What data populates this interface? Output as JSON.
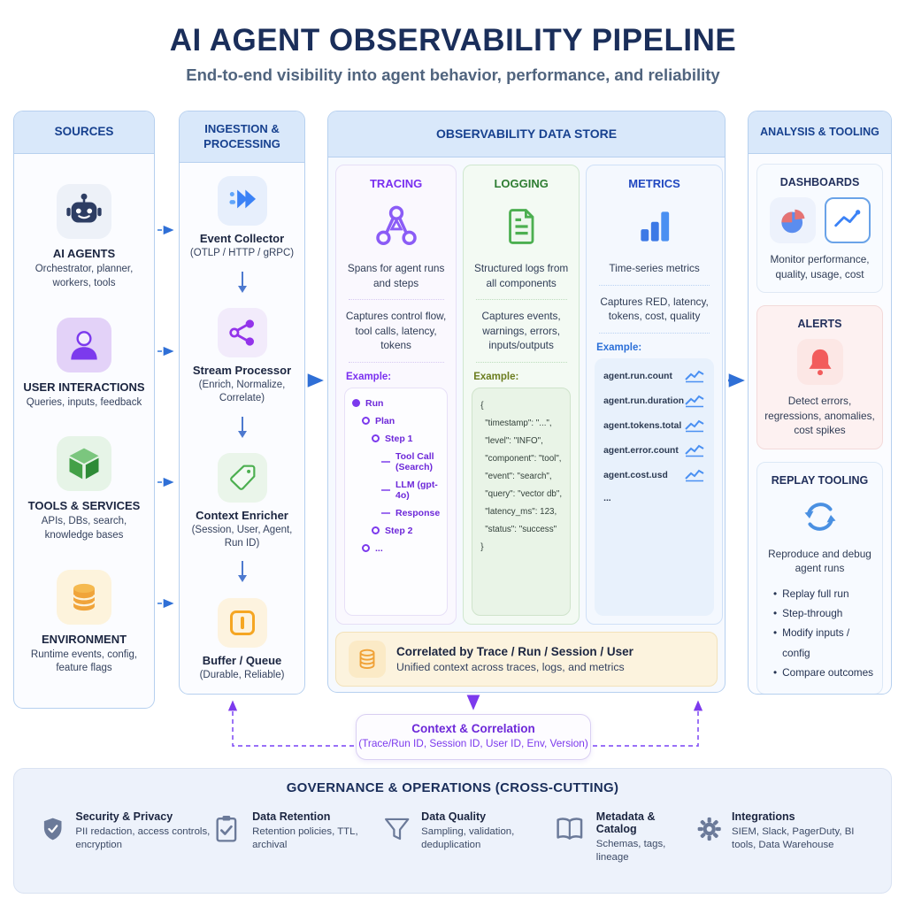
{
  "header": {
    "title": "AI AGENT OBSERVABILITY PIPELINE",
    "subtitle": "End-to-end visibility into agent behavior, performance, and reliability"
  },
  "sources": {
    "header": "SOURCES",
    "items": [
      {
        "icon": "robot-icon",
        "title": "AI AGENTS",
        "desc": "Orchestrator, planner, workers, tools"
      },
      {
        "icon": "user-icon",
        "title": "USER INTERACTIONS",
        "desc": "Queries, inputs, feedback"
      },
      {
        "icon": "cube-icon",
        "title": "TOOLS & SERVICES",
        "desc": "APIs, DBs, search, knowledge bases"
      },
      {
        "icon": "database-icon",
        "title": "ENVIRONMENT",
        "desc": "Runtime events, config, feature flags"
      }
    ]
  },
  "ingestion": {
    "header": "INGESTION & PROCESSING",
    "steps": [
      {
        "icon": "fast-forward-icon",
        "title": "Event Collector",
        "desc": "(OTLP / HTTP / gRPC)"
      },
      {
        "icon": "share-icon",
        "title": "Stream Processor",
        "desc": "(Enrich, Normalize, Correlate)"
      },
      {
        "icon": "tag-icon",
        "title": "Context Enricher",
        "desc": "(Session, User, Agent, Run ID)"
      },
      {
        "icon": "buffer-icon",
        "title": "Buffer / Queue",
        "desc": "(Durable, Reliable)"
      }
    ]
  },
  "datastore": {
    "header": "OBSERVABILITY DATA STORE",
    "tracing": {
      "title": "TRACING",
      "icon": "trace-tree-icon",
      "desc1": "Spans for agent runs and steps",
      "desc2": "Captures control flow, tool calls, latency, tokens",
      "example_label": "Example:",
      "tree": [
        {
          "label": "Run",
          "depth": 0,
          "node": "filled"
        },
        {
          "label": "Plan",
          "depth": 1,
          "node": "open"
        },
        {
          "label": "Step 1",
          "depth": 2,
          "node": "open"
        },
        {
          "label": "Tool Call (Search)",
          "depth": 3,
          "node": "dash"
        },
        {
          "label": "LLM (gpt-4o)",
          "depth": 3,
          "node": "dash"
        },
        {
          "label": "Response",
          "depth": 3,
          "node": "dash"
        },
        {
          "label": "Step 2",
          "depth": 2,
          "node": "open"
        },
        {
          "label": "...",
          "depth": 1,
          "node": "open"
        }
      ]
    },
    "logging": {
      "title": "LOGGING",
      "icon": "document-icon",
      "desc1": "Structured logs from all components",
      "desc2": "Captures events, warnings, errors, inputs/outputs",
      "example_label": "Example:",
      "json_lines": [
        "{",
        "\"timestamp\": \"...\",",
        "\"level\": \"INFO\",",
        "\"component\": \"tool\",",
        "\"event\": \"search\",",
        "\"query\": \"vector db\",",
        "\"latency_ms\": 123,",
        "\"status\": \"success\"",
        "}"
      ]
    },
    "metrics": {
      "title": "METRICS",
      "icon": "bar-chart-icon",
      "desc1": "Time-series metrics",
      "desc2": "Captures RED, latency, tokens, cost, quality",
      "example_label": "Example:",
      "metric_names": [
        "agent.run.count",
        "agent.run.duration",
        "agent.tokens.total",
        "agent.error.count",
        "agent.cost.usd",
        "..."
      ]
    },
    "correlation_bar": {
      "icon": "database-outline-icon",
      "title": "Correlated by Trace / Run / Session / User",
      "subtitle": "Unified context across traces, logs, and metrics"
    }
  },
  "analysis": {
    "header": "ANALYSIS & TOOLING",
    "cards": [
      {
        "title": "DASHBOARDS",
        "icons": [
          "pie-chart-icon",
          "line-chart-icon"
        ],
        "desc": "Monitor performance, quality, usage, cost"
      },
      {
        "title": "ALERTS",
        "icons": [
          "bell-icon"
        ],
        "desc": "Detect errors, regressions, anomalies, cost spikes"
      },
      {
        "title": "REPLAY TOOLING",
        "icons": [
          "replay-icon"
        ],
        "desc": "Reproduce and debug agent runs",
        "bullets": [
          "Replay full run",
          "Step-through",
          "Modify inputs / config",
          "Compare outcomes"
        ]
      }
    ]
  },
  "context_box": {
    "title": "Context & Correlation",
    "subtitle": "(Trace/Run ID, Session ID, User ID, Env, Version)"
  },
  "governance": {
    "header": "GOVERNANCE & OPERATIONS (CROSS-CUTTING)",
    "items": [
      {
        "icon": "shield-check-icon",
        "title": "Security & Privacy",
        "desc": "PII redaction, access controls, encryption"
      },
      {
        "icon": "clipboard-check-icon",
        "title": "Data Retention",
        "desc": "Retention policies, TTL, archival"
      },
      {
        "icon": "funnel-icon",
        "title": "Data Quality",
        "desc": "Sampling, validation, deduplication"
      },
      {
        "icon": "book-icon",
        "title": "Metadata & Catalog",
        "desc": "Schemas, tags, lineage"
      },
      {
        "icon": "gear-icon",
        "title": "Integrations",
        "desc": "SIEM, Slack, PagerDuty, BI tools, Data Warehouse"
      }
    ]
  },
  "accents": {
    "navy": "#1a2e5a",
    "blue": "#2f6fd6",
    "purple": "#7c3aed",
    "green": "#3f9d47",
    "orange": "#f0a13a",
    "red": "#f25c5c",
    "slate": "#6b7a99"
  }
}
